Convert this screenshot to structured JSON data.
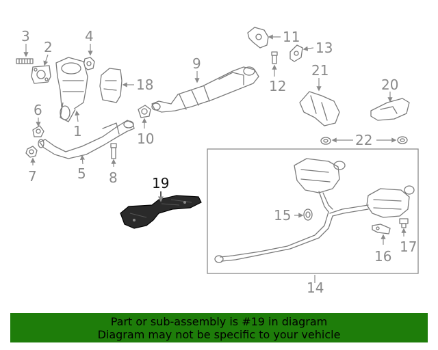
{
  "callouts": {
    "c1": "1",
    "c2": "2",
    "c3": "3",
    "c4": "4",
    "c5": "5",
    "c6": "6",
    "c7": "7",
    "c8": "8",
    "c9": "9",
    "c10": "10",
    "c11": "11",
    "c12": "12",
    "c13": "13",
    "c14": "14",
    "c15": "15",
    "c16": "16",
    "c17": "17",
    "c18": "18",
    "c19": "19",
    "c20": "20",
    "c21": "21",
    "c22": "22"
  },
  "highlighted_part": "19",
  "banner": {
    "line1": "Part or sub-assembly is #19 in diagram",
    "line2": "Diagram may not be specific to your vehicle",
    "color": "#1e7d0a"
  }
}
